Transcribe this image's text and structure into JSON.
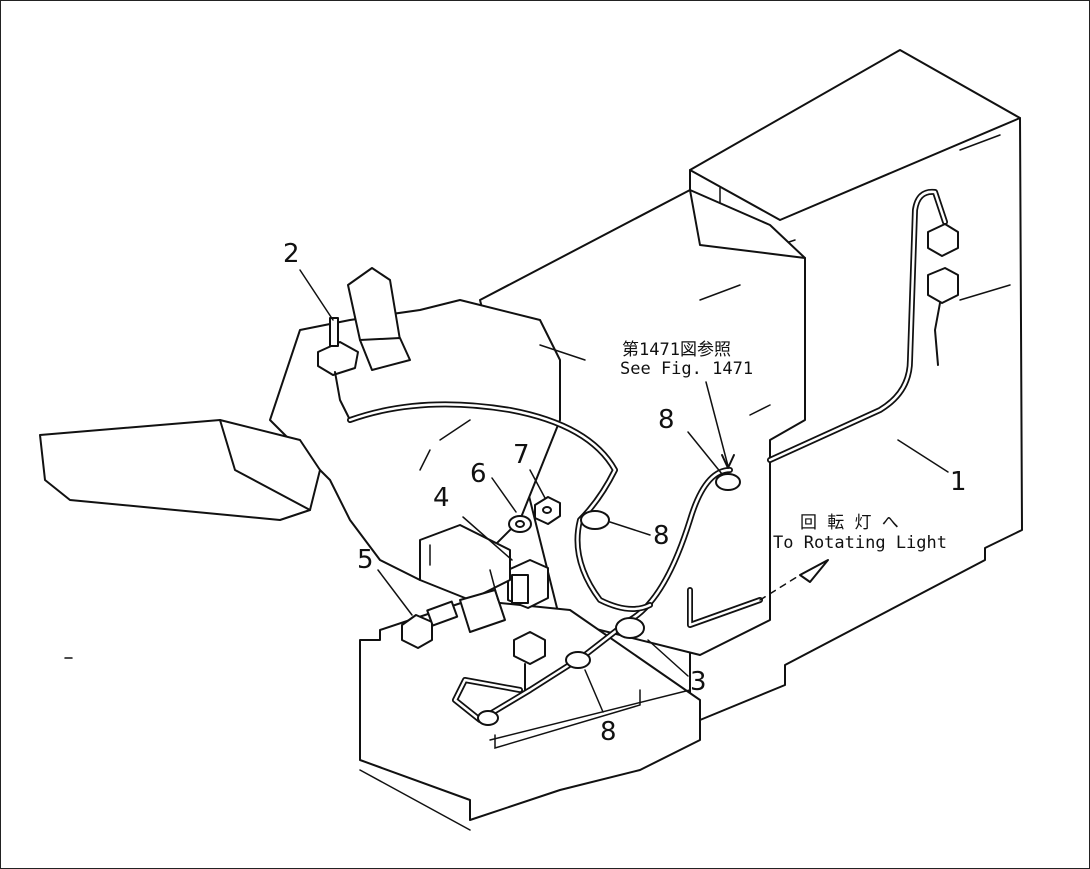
{
  "callouts": {
    "c1": "1",
    "c2": "2",
    "c3": "3",
    "c4": "4",
    "c5": "5",
    "c6": "6",
    "c7": "7",
    "c8a": "8",
    "c8b": "8",
    "c8c": "8"
  },
  "notes": {
    "see_fig_jp": "第1471図参照",
    "see_fig_en": "See Fig. 1471",
    "rotating_light_jp": "回 転 灯 へ",
    "rotating_light_en": "To Rotating Light"
  }
}
